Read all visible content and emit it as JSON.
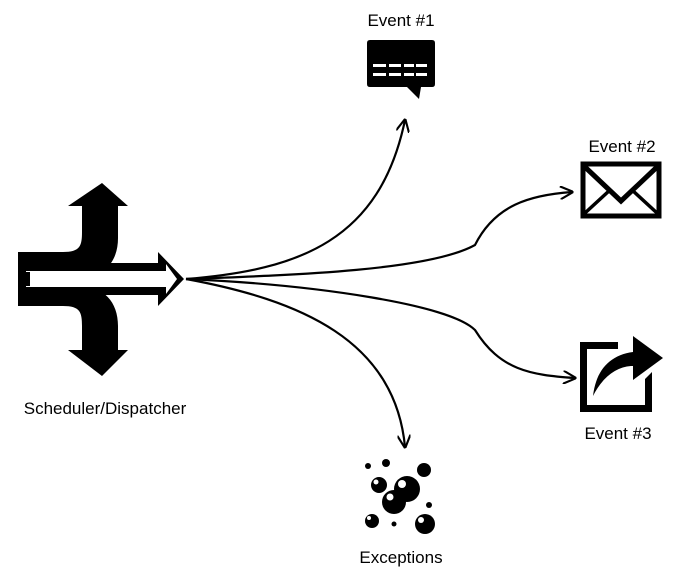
{
  "diagram": {
    "source": {
      "label": "Scheduler/Dispatcher",
      "icon": "split-arrows-icon"
    },
    "targets": [
      {
        "label": "Event #1",
        "icon": "message-bubble-icon"
      },
      {
        "label": "Event #2",
        "icon": "envelope-icon"
      },
      {
        "label": "Event #3",
        "icon": "share-out-icon"
      },
      {
        "label": "Exceptions",
        "icon": "bubbles-icon"
      }
    ]
  },
  "colors": {
    "ink": "#000000",
    "background": "#ffffff"
  }
}
